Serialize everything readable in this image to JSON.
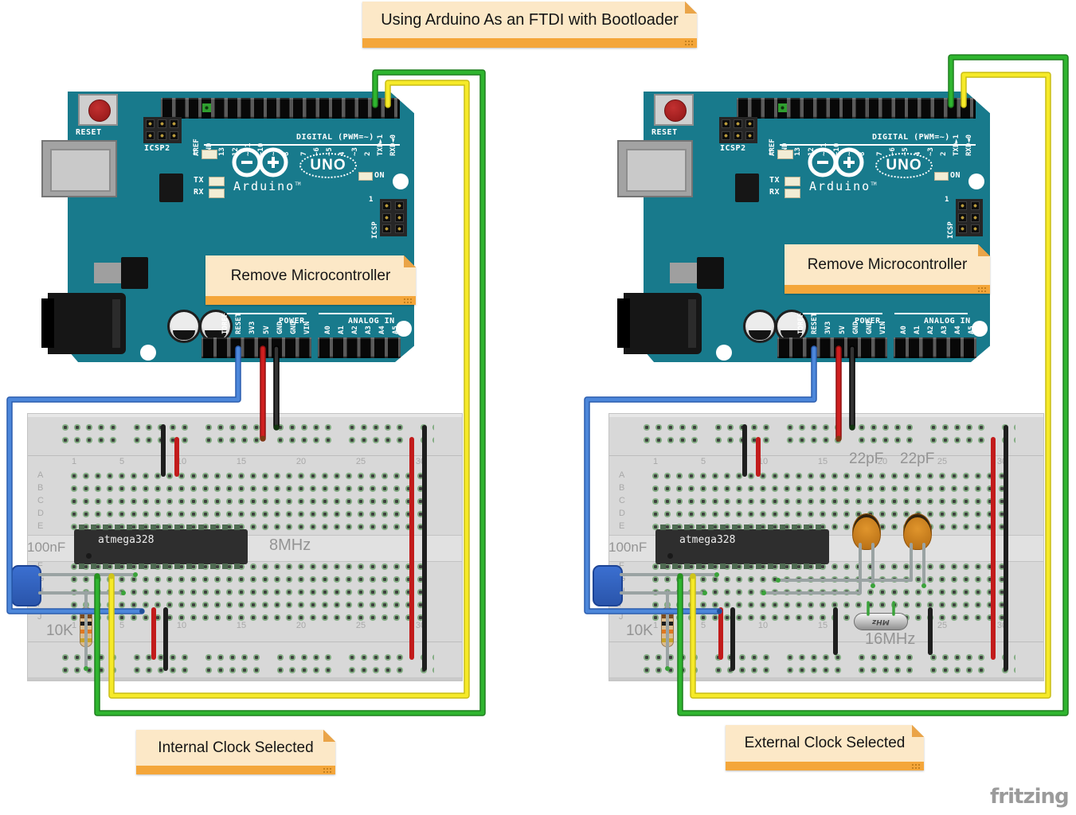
{
  "notes": {
    "title": "Using Arduino As an FTDI with Bootloader",
    "remove_microcontroller": "Remove Microcontroller",
    "internal_clock": "Internal Clock Selected",
    "external_clock": "External Clock Selected"
  },
  "arduino": {
    "reset": "RESET",
    "icsp2": "ICSP2",
    "icsp": "ICSP",
    "icsp_pin1": "1",
    "digital": "DIGITAL (PWM=~)",
    "power": "POWER",
    "analog": "ANALOG IN",
    "led_l": "L",
    "led_tx": "TX",
    "led_rx": "RX",
    "led_on": "ON",
    "brand": "Arduino",
    "brand_tm": "TM",
    "model": "UNO",
    "digital_pins_left": [
      "AREF",
      "GND",
      "13",
      "12",
      "~11",
      "~10",
      "~9",
      "8"
    ],
    "digital_pins_right": [
      "7",
      "~6",
      "~5",
      "4",
      "~3",
      "2",
      "TXD►1",
      "RXD◄0"
    ],
    "power_pins": [
      "IOREF",
      "RESET",
      "3V3",
      "5V",
      "GND",
      "GND",
      "VIN"
    ],
    "analog_pins": [
      "A0",
      "A1",
      "A2",
      "A3",
      "A4",
      "A5"
    ]
  },
  "breadboard": {
    "numbers": [
      "1",
      "5",
      "10",
      "15",
      "20",
      "25",
      "30"
    ],
    "rows_top": [
      "A",
      "B",
      "C",
      "D",
      "E"
    ],
    "rows_bottom": [
      "F",
      "G",
      "H",
      "I",
      "J"
    ]
  },
  "left_circuit": {
    "chip": "atmega328",
    "cap": "100nF",
    "resistor": "10K",
    "clock": "8MHz"
  },
  "right_circuit": {
    "chip": "atmega328",
    "cap": "100nF",
    "resistor": "10K",
    "cap_a": "22pF",
    "cap_b": "22pF",
    "crystal": "16MHz",
    "crystal_marking": "MHz"
  },
  "footer": {
    "logo": "fritzing"
  },
  "colors": {
    "board_teal": "#187a8c",
    "note_bg": "#fce8c7",
    "note_strip": "#f4a63a",
    "wire_green": "#2fb52f",
    "wire_yellow": "#f6ea28",
    "wire_blue": "#4d87da",
    "wire_red": "#cf1f1f",
    "wire_black": "#2e2e2e",
    "breadboard": "#d8d8d8"
  }
}
